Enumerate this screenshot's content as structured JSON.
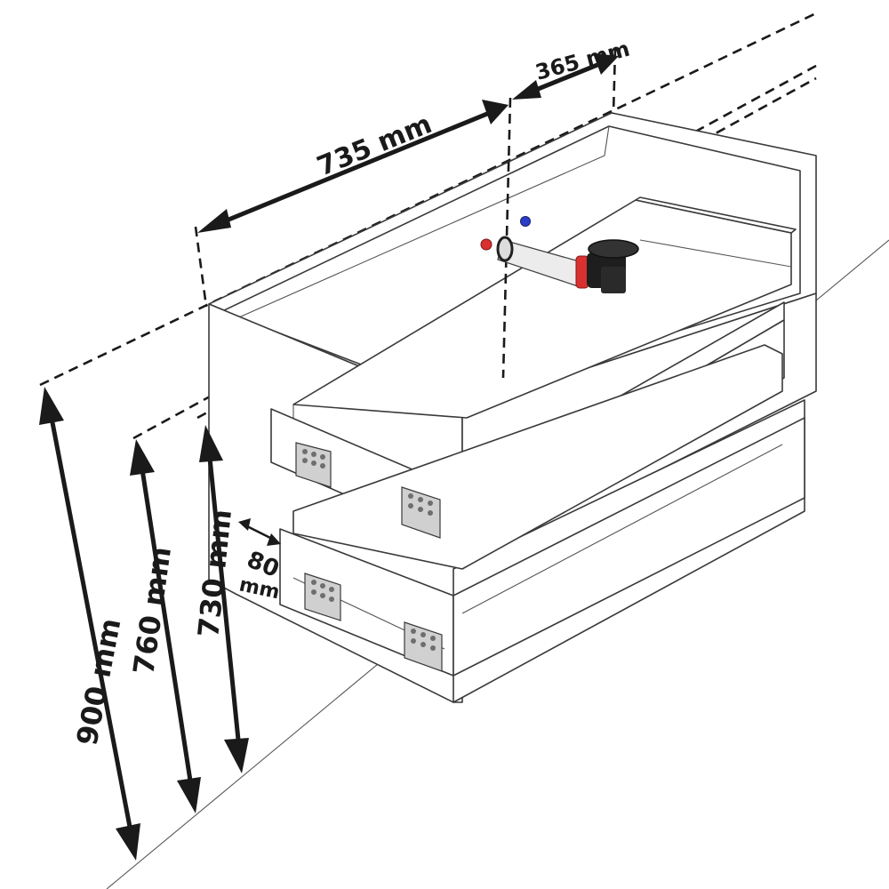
{
  "dimensions": {
    "total_width": "735 mm",
    "side_width": "365 mm",
    "height_total": "900 mm",
    "height_mid": "760 mm",
    "height_low": "730 mm",
    "gap_value": "80",
    "gap_unit": "mm"
  },
  "colors": {
    "line": "#1a1a1a",
    "outline": "#3a3a3a",
    "hot_valve": "#d93030",
    "cold_valve": "#2a3ec8",
    "siphon": "#1e1e1e"
  },
  "icons": {
    "hot_connector": "red-dot",
    "cold_connector": "blue-dot",
    "siphon": "drain-siphon"
  }
}
